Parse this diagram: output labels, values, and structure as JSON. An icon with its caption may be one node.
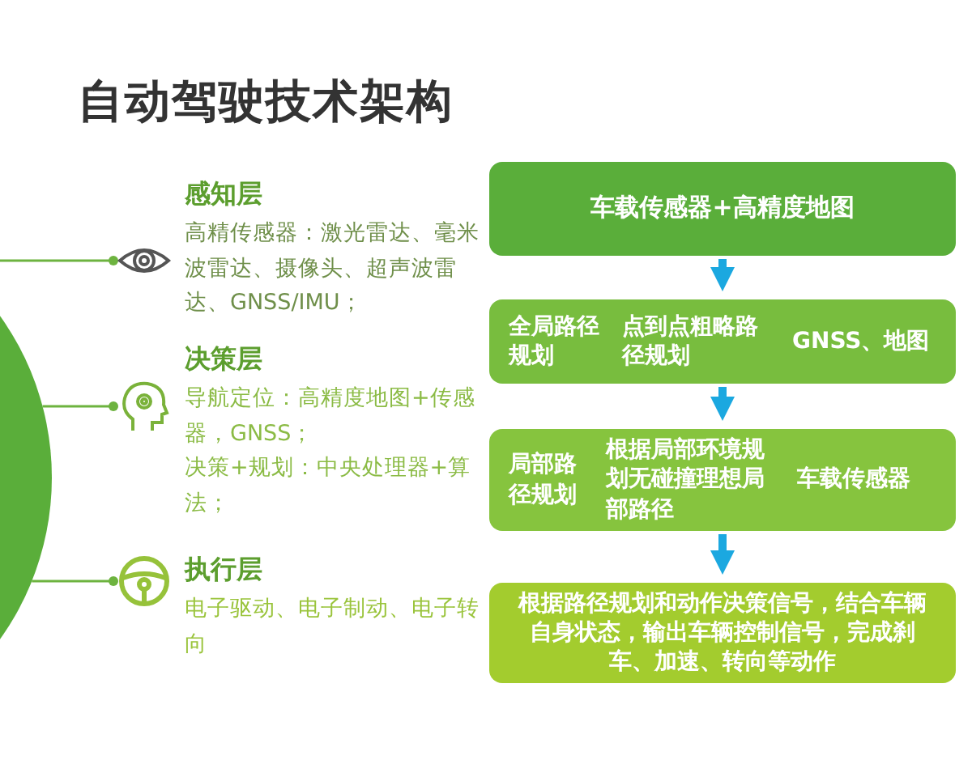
{
  "diagram": {
    "title": "自动驾驶技术架构",
    "nodes": [
      {
        "text": [],
        "shape": "circle"
      },
      {
        "text": [
          "感知层",
          "高精传感器：激光雷达、毫米波雷达、摄像头、超声波雷达、GNSS/IMU；"
        ]
      },
      {
        "text": [
          "决策层",
          "导航定位：高精度地图+传感器，GNSS；",
          "决策+规划：中央处理器+算法；"
        ]
      },
      {
        "text": [
          "执行层",
          "电子驱动、电子制动、电子转向"
        ]
      },
      {
        "text": [
          "车载传感器+高精度地图"
        ]
      },
      {
        "text": [
          "全局路径规划",
          "点到点粗略路径规划",
          "GNSS、地图"
        ]
      },
      {
        "text": [
          "局部路径规划",
          "根据局部环境规划无碰撞理想局部路径",
          "车载传感器"
        ]
      },
      {
        "text": [
          "根据路径规划和动作决策信号，结合车辆自身状态，输出车辆控制信号，完成刹车、加速、转向等动作"
        ]
      }
    ],
    "edges": [
      {
        "from": 0,
        "to": 1,
        "arrow": "other",
        "color": "#6db33f"
      },
      {
        "from": 0,
        "to": 2,
        "arrow": "other",
        "color": "#6db33f"
      },
      {
        "from": 0,
        "to": 3,
        "arrow": "other",
        "color": "#6db33f"
      },
      {
        "from": 4,
        "to": 5,
        "arrow": "to",
        "style": "thick",
        "color": "#1ba8e0"
      },
      {
        "from": 5,
        "to": 6,
        "arrow": "to",
        "style": "thick",
        "color": "#1ba8e0"
      },
      {
        "from": 6,
        "to": 7,
        "arrow": "to",
        "style": "thick",
        "color": "#1ba8e0"
      }
    ]
  }
}
